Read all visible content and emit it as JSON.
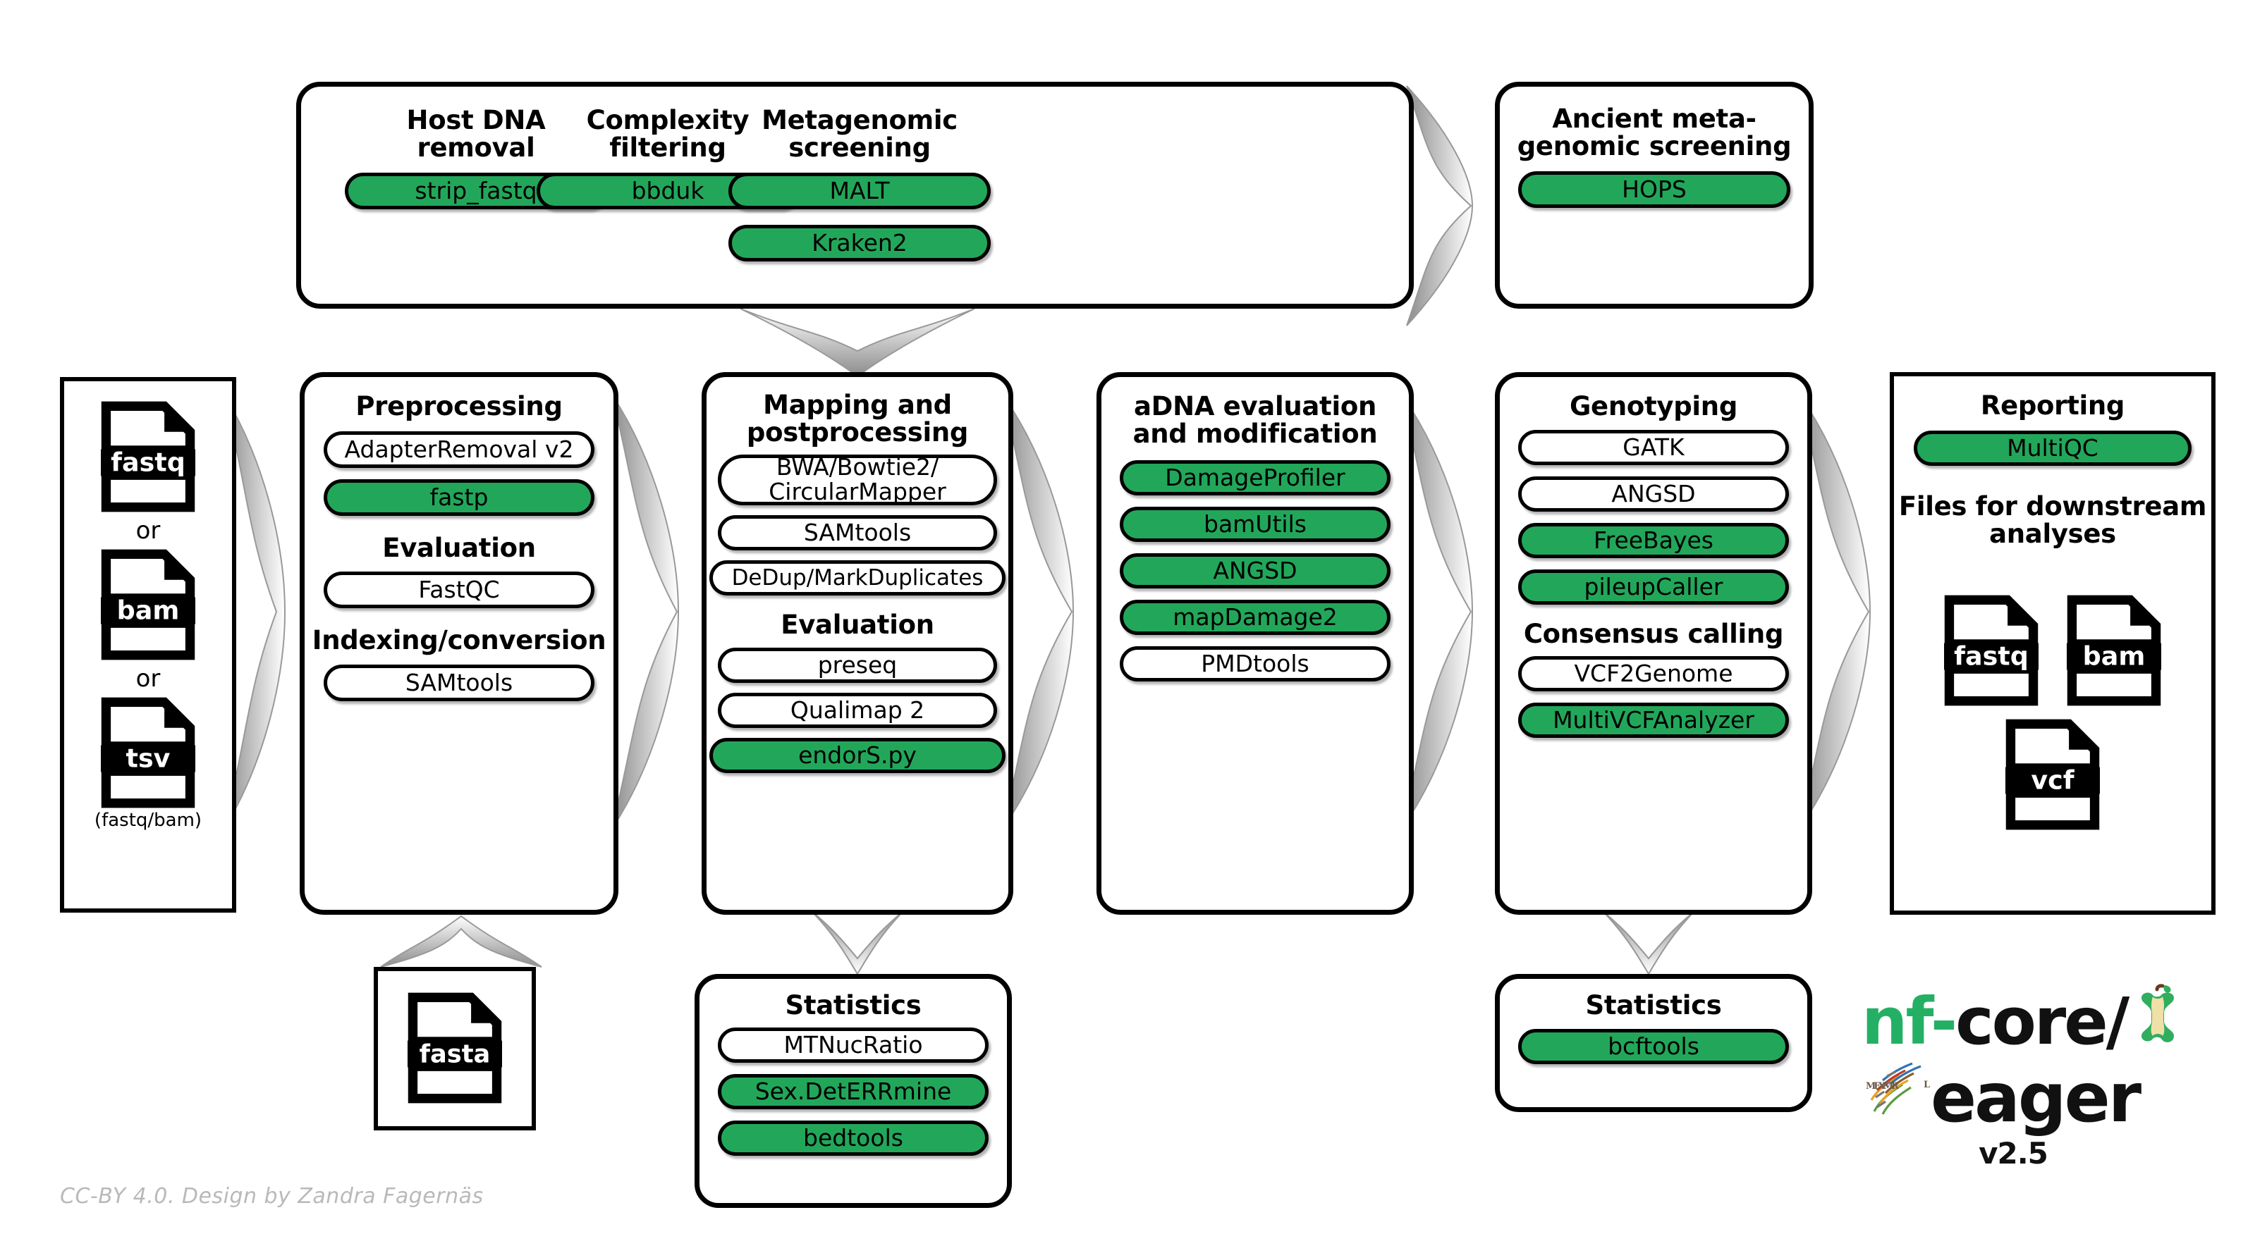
{
  "diagram": {
    "title": "nf-core/eager pipeline overview",
    "accent_green": "#22A75A",
    "credit": "CC-BY 4.0. Design by Zandra Fagernäs"
  },
  "input": {
    "files": [
      {
        "label": "fastq"
      },
      {
        "label": "bam"
      },
      {
        "label": "tsv"
      }
    ],
    "or1": "or",
    "or2": "or",
    "note": "(fastq/bam)"
  },
  "screening_row": {
    "columns": [
      {
        "title": "Host DNA\nremoval",
        "title_lines": [
          "Host DNA",
          "removal"
        ],
        "tools": [
          {
            "label": "strip_fastq",
            "green": true
          }
        ]
      },
      {
        "title": "Complexity\nfiltering",
        "title_lines": [
          "Complexity",
          "filtering"
        ],
        "tools": [
          {
            "label": "bbduk",
            "green": true
          }
        ]
      },
      {
        "title": "Metagenomic\nscreening",
        "title_lines": [
          "Metagenomic",
          "screening"
        ],
        "tools": [
          {
            "label": "MALT",
            "green": true
          },
          {
            "label": "Kraken2",
            "green": true
          }
        ]
      }
    ]
  },
  "ancient_screening": {
    "title_lines": [
      "Ancient meta-",
      "genomic screening"
    ],
    "tools": [
      {
        "label": "HOPS",
        "green": true
      }
    ]
  },
  "preprocessing": {
    "title": "Preprocessing",
    "tools": [
      {
        "label": "AdapterRemoval v2",
        "green": false
      },
      {
        "label": "fastp",
        "green": true
      }
    ],
    "subheading_evaluation": "Evaluation",
    "evaluation_tools": [
      {
        "label": "FastQC",
        "green": false
      }
    ],
    "subheading_indexing": "Indexing/conversion",
    "indexing_tools": [
      {
        "label": "SAMtools",
        "green": false
      }
    ]
  },
  "reference": {
    "file": {
      "label": "fasta"
    }
  },
  "mapping": {
    "title_lines": [
      "Mapping and",
      "postprocessing"
    ],
    "tools": [
      {
        "label": "BWA/Bowtie2/\nCircularMapper",
        "lines": [
          "BWA/Bowtie2/",
          "CircularMapper"
        ],
        "green": false
      },
      {
        "label": "SAMtools",
        "green": false
      },
      {
        "label": "DeDup/MarkDuplicates",
        "green": false
      }
    ],
    "subheading_evaluation": "Evaluation",
    "evaluation_tools": [
      {
        "label": "preseq",
        "green": false
      },
      {
        "label": "Qualimap 2",
        "green": false
      },
      {
        "label": "endorS.py",
        "green": true
      }
    ]
  },
  "statistics_mapping": {
    "title": "Statistics",
    "tools": [
      {
        "label": "MTNucRatio",
        "green": false
      },
      {
        "label": "Sex.DetERRmine",
        "green": true
      },
      {
        "label": "bedtools",
        "green": true
      }
    ]
  },
  "adna": {
    "title_lines": [
      "aDNA evaluation",
      "and modification"
    ],
    "tools": [
      {
        "label": "DamageProfiler",
        "green": true
      },
      {
        "label": "bamUtils",
        "green": true
      },
      {
        "label": "ANGSD",
        "green": true
      },
      {
        "label": "mapDamage2",
        "green": true
      },
      {
        "label": "PMDtools",
        "green": false
      }
    ]
  },
  "genotyping": {
    "title": "Genotyping",
    "tools": [
      {
        "label": "GATK",
        "green": false
      },
      {
        "label": "ANGSD",
        "green": false
      },
      {
        "label": "FreeBayes",
        "green": true
      },
      {
        "label": "pileupCaller",
        "green": true
      }
    ],
    "subheading_consensus": "Consensus calling",
    "consensus_tools": [
      {
        "label": "VCF2Genome",
        "green": false
      },
      {
        "label": "MultiVCFAnalyzer",
        "green": true
      }
    ]
  },
  "statistics_genotyping": {
    "title": "Statistics",
    "tools": [
      {
        "label": "bcftools",
        "green": true
      }
    ]
  },
  "reporting": {
    "title": "Reporting",
    "tools": [
      {
        "label": "MultiQC",
        "green": true
      }
    ],
    "downstream_heading_lines": [
      "Files for downstream",
      "analyses"
    ],
    "files": [
      {
        "label": "fastq"
      },
      {
        "label": "bam"
      },
      {
        "label": "vcf"
      }
    ]
  },
  "logo": {
    "nf": "nf-",
    "core": "core/",
    "eager": "eager",
    "version": "v2.5"
  }
}
